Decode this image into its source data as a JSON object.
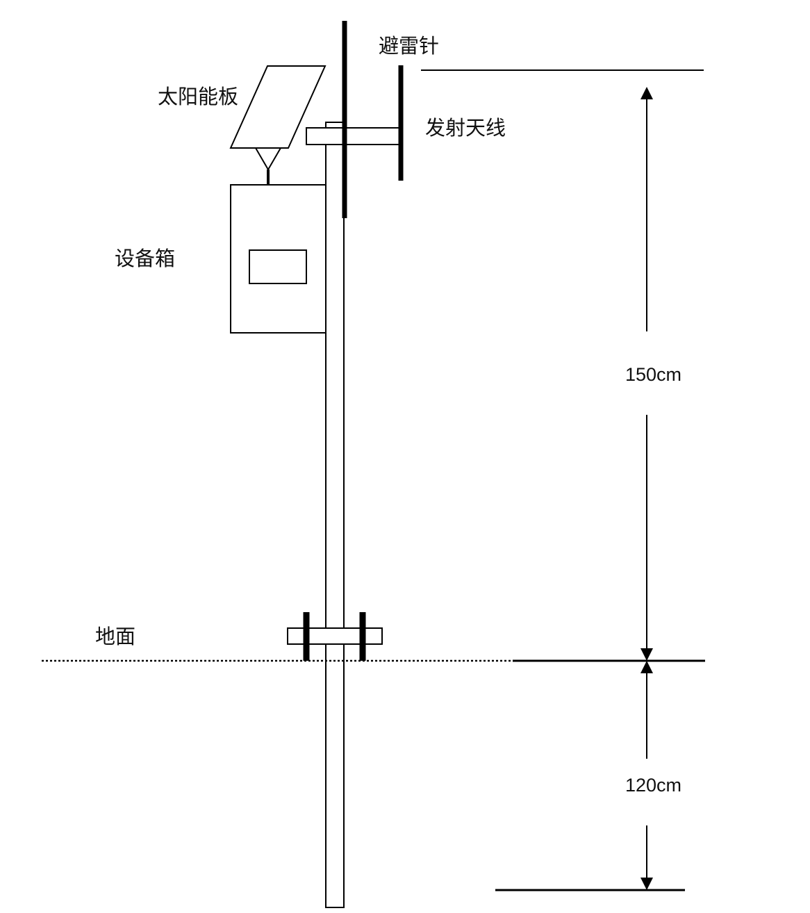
{
  "labels": {
    "lightning_rod": "避雷针",
    "solar_panel": "太阳能板",
    "antenna": "发射天线",
    "equipment_box": "设备箱",
    "ground": "地面"
  },
  "dimensions": {
    "above_ground": "150cm",
    "below_ground": "120cm"
  }
}
